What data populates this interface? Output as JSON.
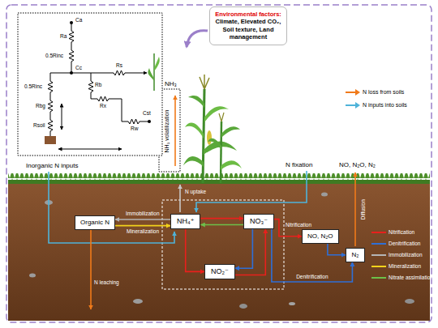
{
  "diagram": {
    "nodes": [
      {
        "text": [
          "Environmental factors:",
          "Climate, Elevated CO₂, Soil texture, Land management"
        ]
      },
      {
        "text": [
          "Organic N"
        ]
      },
      {
        "text": [
          "NH₄⁺"
        ]
      },
      {
        "text": [
          "NO₃⁻"
        ]
      },
      {
        "text": [
          "NO₂⁻"
        ]
      },
      {
        "text": [
          "NO, N₂O"
        ]
      },
      {
        "text": [
          "N₂"
        ]
      }
    ],
    "edges": [
      {
        "from": 1,
        "to": 2,
        "arrow": "to",
        "label": "Mineralization"
      },
      {
        "from": 2,
        "to": 1,
        "arrow": "to",
        "label": "Immobilization"
      },
      {
        "from": 2,
        "to": 3,
        "arrow": "to"
      },
      {
        "from": 3,
        "to": 2,
        "arrow": "to"
      },
      {
        "from": 2,
        "to": 4,
        "arrow": "to"
      },
      {
        "from": 4,
        "to": 3,
        "arrow": "to"
      },
      {
        "from": 3,
        "to": 4,
        "arrow": "to"
      },
      {
        "from": 3,
        "to": 5,
        "arrow": "to",
        "label": "Nitrification"
      },
      {
        "from": 3,
        "to": 6,
        "arrow": "to",
        "label": "Denitrification"
      },
      {
        "from": 5,
        "to": 6,
        "arrow": "to"
      }
    ],
    "labels": [
      "Ca",
      "Ra",
      "0.5Rinc",
      "Cc",
      "Rs",
      "Rb",
      "0.5Rinc",
      "Rx",
      "Rbg",
      "Rw",
      "Cst",
      "Rsoil",
      "NH₃",
      "NH₃ volatilization",
      "Inorganic N inputs",
      "N fixation",
      "NO, N₂O, N₂",
      "N uptake",
      "N leaching",
      "Diffusion"
    ],
    "legend": [
      {
        "text": "N loss from soils",
        "color": "#f07a1a"
      },
      {
        "text": "N inputs into soils",
        "color": "#4fb3d9"
      },
      {
        "text": "Nitrification",
        "color": "#e8201c"
      },
      {
        "text": "Denitrification",
        "color": "#2f6fd6"
      },
      {
        "text": "Immobilization",
        "color": "#b5b5b5"
      },
      {
        "text": "Mineralization",
        "color": "#f2d21b"
      },
      {
        "text": "Nitrate assimilation",
        "color": "#6cc04a"
      }
    ]
  }
}
